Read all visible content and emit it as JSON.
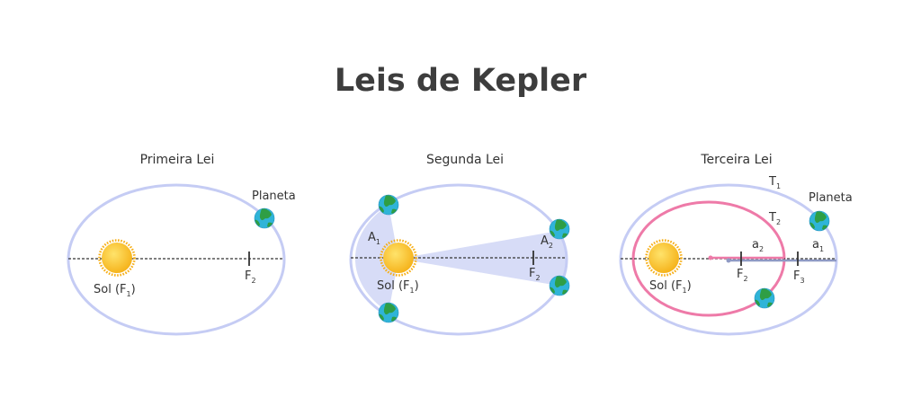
{
  "title": "Leis de Kepler",
  "colors": {
    "orbit": "#c5ccf4",
    "area": "#d7dcf7",
    "inner_orbit": "#ee7aa8",
    "axis": "#333333",
    "sun": "#f9be1f",
    "ocean": "#2fb4d8",
    "land": "#2f9e45",
    "text": "#333333"
  },
  "panels": {
    "first": {
      "caption": "Primeira Lei",
      "planet_label": "Planeta",
      "sun_label": "Sol (F",
      "sun_sub": "1",
      "focus2_label": "F",
      "focus2_sub": "2"
    },
    "second": {
      "caption": "Segunda Lei",
      "area1_label": "A",
      "area1_sub": "1",
      "area2_label": "A",
      "area2_sub": "2",
      "sun_label": "Sol (F",
      "sun_sub": "1",
      "focus2_label": "F",
      "focus2_sub": "2"
    },
    "third": {
      "caption": "Terceira Lei",
      "planet_label": "Planeta",
      "period1_label": "T",
      "period1_sub": "1",
      "period2_label": "T",
      "period2_sub": "2",
      "axis2_label": "a",
      "axis2_sub": "2",
      "axis1_label": "a",
      "axis1_sub": "1",
      "sun_label": "Sol (F",
      "sun_sub": "1",
      "focus2_label": "F",
      "focus2_sub": "2",
      "focus3_label": "F",
      "focus3_sub": "3"
    }
  }
}
